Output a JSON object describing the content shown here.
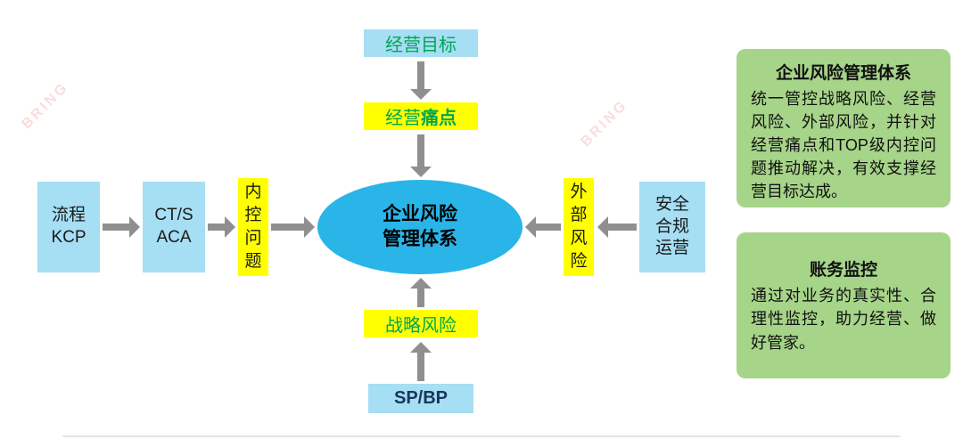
{
  "watermark": "BRING",
  "colors": {
    "light_blue": "#a6def4",
    "yellow": "#ffff00",
    "ellipse_blue": "#2ab5e9",
    "panel_green": "#a6d489",
    "arrow_gray": "#8f8f8f",
    "green_text": "#00a651"
  },
  "top": {
    "goal": "经营目标",
    "pain_normal": "经营",
    "pain_bold": "痛点"
  },
  "center": {
    "label": "企业风险\n管理体系"
  },
  "bottom": {
    "strategic_risk": "战略风险",
    "spbp": "SP/BP"
  },
  "left_chain": {
    "process_kcp": "流程\nKCP",
    "ct_s_aca": "CT/S\nACA",
    "internal_control": "内控问题"
  },
  "right_chain": {
    "external_risk": "外部风险",
    "security_ops": "安全\n合规\n运营"
  },
  "panels": [
    {
      "title": "企业风险管理体系",
      "body": "统一管控战略风险、经营风险、外部风险，并针对经营痛点和TOP级内控问题推动解决，有效支撑经营目标达成。"
    },
    {
      "title": "账务监控",
      "body": "通过对业务的真实性、合理性监控，助力经营、做好管家。"
    }
  ]
}
